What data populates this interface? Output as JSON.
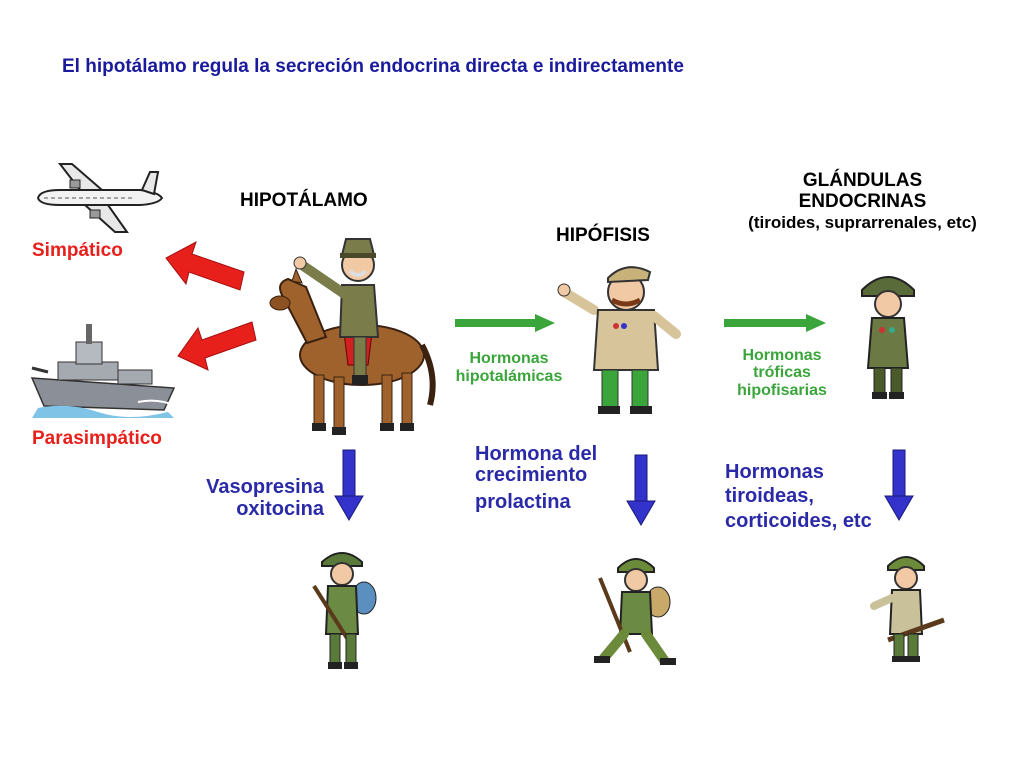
{
  "title": "El hipotálamo regula la secreción endocrina directa e indirectamente",
  "nodes": {
    "hipotalamo": "HIPOTÁLAMO",
    "hipofisis": "HIPÓFISIS",
    "glandulas": {
      "line1": "GLÁNDULAS",
      "line2": "ENDOCRINAS",
      "line3": "(tiroides, suprarrenales, etc)"
    }
  },
  "autonomic": {
    "simpatico": "Simpático",
    "parasimpatico": "Parasimpático"
  },
  "green_arrows": {
    "hipotalamicas": {
      "line1": "Hormonas",
      "line2": "hipotalámicas"
    },
    "troficas": {
      "line1": "Hormonas",
      "line2": "tróficas",
      "line3": "hipofisarias"
    }
  },
  "blue_arrows": {
    "hipotalamo_out": {
      "line1": "Vasopresina",
      "line2": "oxitocina"
    },
    "hipofisis_out": {
      "line1": "Hormona del",
      "line2": "crecimiento",
      "line3": "prolactina"
    },
    "glandulas_out": {
      "line1": "Hormonas",
      "line2": "tiroideas,",
      "line3": "corticoides, etc"
    }
  },
  "colors": {
    "title": "#1a1a9c",
    "red_arrow": "#e8201c",
    "green_arrow": "#3aa53a",
    "blue_arrow": "#3333cc",
    "red_text": "#e8201c",
    "green_text": "#3aa53a",
    "blue_text": "#2a2aa8"
  }
}
